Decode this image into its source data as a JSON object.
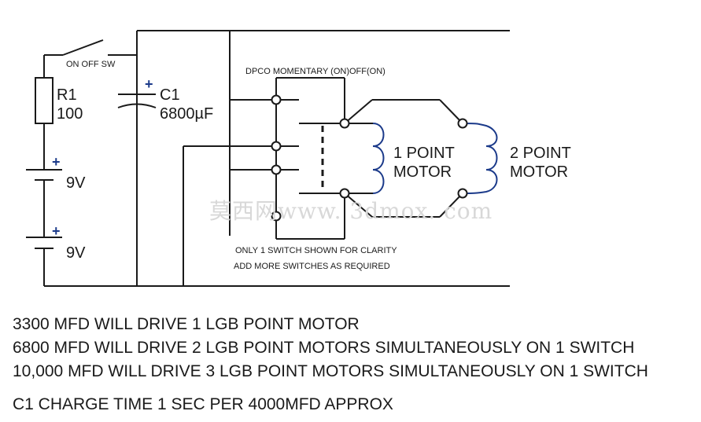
{
  "labels": {
    "switch": "ON OFF  SW",
    "dpco": "DPCO MOMENTARY (ON)OFF(ON)",
    "r1_name": "R1",
    "r1_value": "100",
    "c1_name": "C1",
    "c1_value": "6800µF",
    "bat1": "9V",
    "bat2": "9V",
    "plus": "+",
    "motor1_line1": "1 POINT",
    "motor1_line2": "MOTOR",
    "motor2_line1": "2 POINT",
    "motor2_line2": "MOTOR",
    "clarity_line1": "ONLY 1 SWITCH SHOWN FOR CLARITY",
    "clarity_line2": "ADD MORE SWITCHES AS REQUIRED",
    "watermark": "莫西网www. 3dmox. com"
  },
  "notes": {
    "line1": "3300 MFD WILL DRIVE 1 LGB POINT MOTOR",
    "line2": "6800 MFD WILL DRIVE 2 LGB POINT MOTORS SIMULTANEOUSLY ON 1 SWITCH",
    "line3": "10,000 MFD WILL DRIVE 3 LGB POINT MOTORS SIMULTANEOUSLY ON 1 SWITCH",
    "line4": "C1 CHARGE TIME 1 SEC PER 4000MFD APPROX"
  },
  "colors": {
    "wire": "#1a1a1a",
    "coil": "#1b3a8a",
    "polarity": "#1b3a8a"
  }
}
